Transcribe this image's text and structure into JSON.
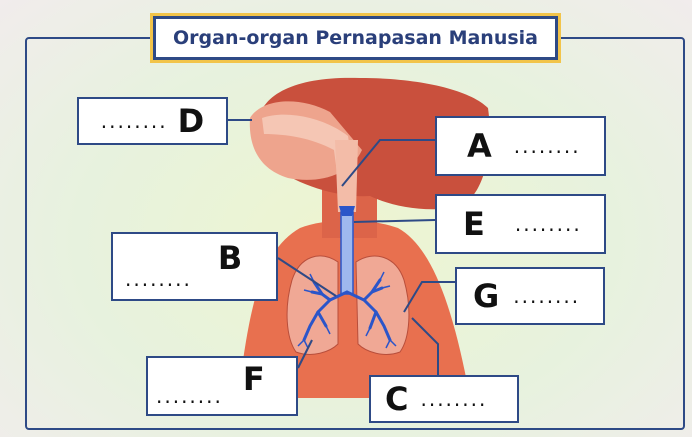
{
  "title": "Organ-organ Pernapasan Manusia",
  "labels": {
    "A": {
      "letter": "A",
      "blank": "........"
    },
    "B": {
      "letter": "B",
      "blank": "........"
    },
    "C": {
      "letter": "C",
      "blank": "........"
    },
    "D": {
      "letter": "D",
      "blank": "........"
    },
    "E": {
      "letter": "E",
      "blank": "........"
    },
    "F": {
      "letter": "F",
      "blank": "........"
    },
    "G": {
      "letter": "G",
      "blank": "........"
    }
  },
  "colors": {
    "frame": "#2e4a86",
    "title_outline": "#f2c44a",
    "skin": "#e56a4f",
    "airway": "#f2b7a4",
    "bronchi": "#2b55c9"
  }
}
